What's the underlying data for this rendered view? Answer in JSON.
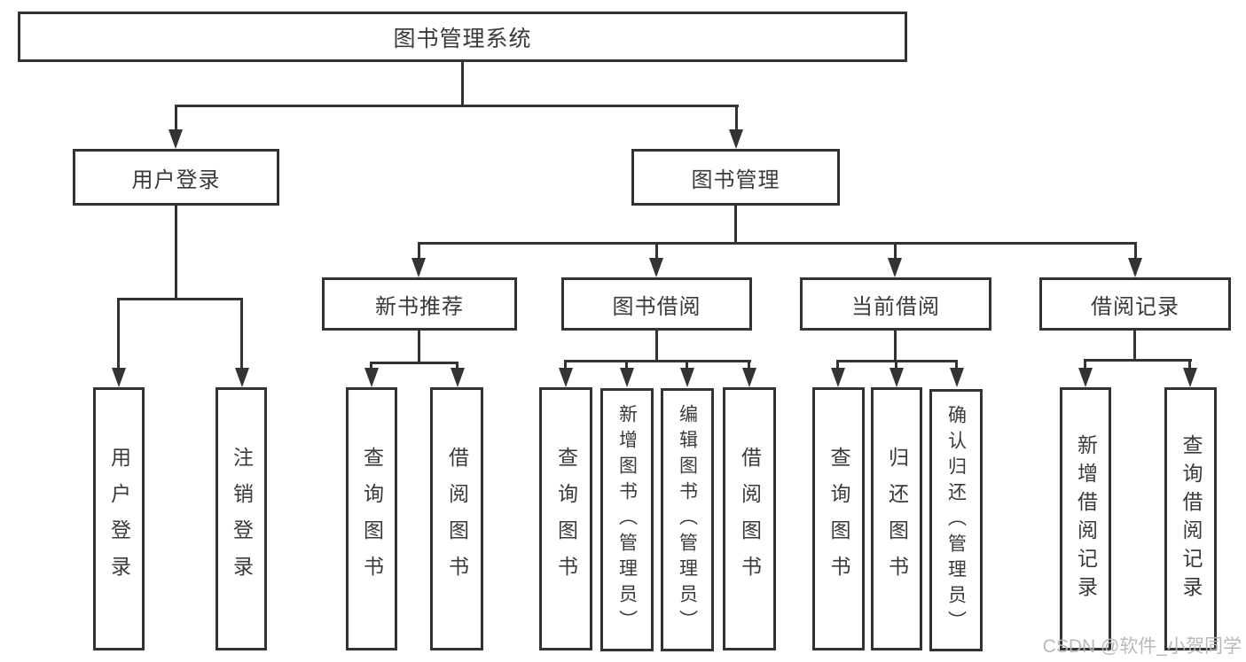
{
  "diagram": {
    "type": "hierarchy-tree",
    "colors": {
      "line": "#333333",
      "text": "#3a3a3a",
      "background": "#ffffff",
      "watermark": "#b4b7ba"
    },
    "tree": {
      "root": {
        "label": "图书管理系统"
      },
      "children": [
        {
          "label": "用户登录",
          "children": [
            {
              "label": "用户登录"
            },
            {
              "label": "注销登录"
            }
          ]
        },
        {
          "label": "图书管理",
          "children": [
            {
              "label": "新书推荐",
              "children": [
                {
                  "label": "查询图书"
                },
                {
                  "label": "借阅图书"
                }
              ]
            },
            {
              "label": "图书借阅",
              "children": [
                {
                  "label": "查询图书"
                },
                {
                  "label": "新增图书（管理员）"
                },
                {
                  "label": "编辑图书（管理员）"
                },
                {
                  "label": "借阅图书"
                }
              ]
            },
            {
              "label": "当前借阅",
              "children": [
                {
                  "label": "查询图书"
                },
                {
                  "label": "归还图书"
                },
                {
                  "label": "确认归还（管理员）"
                }
              ]
            },
            {
              "label": "借阅记录",
              "children": [
                {
                  "label": "新增借阅记录"
                },
                {
                  "label": "查询借阅记录"
                }
              ]
            }
          ]
        }
      ]
    }
  },
  "watermark": {
    "text": "CSDN @软件_小贺同学"
  }
}
